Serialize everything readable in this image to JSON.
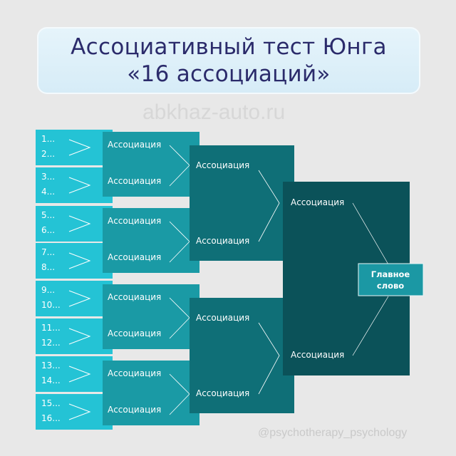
{
  "title": {
    "line1": "Ассоциативный тест Юнга",
    "line2": "«16 ассоциаций»"
  },
  "inputs": [
    [
      "1...",
      "2..."
    ],
    [
      "3...",
      "4..."
    ],
    [
      "5...",
      "6..."
    ],
    [
      "7...",
      "8..."
    ],
    [
      "9...",
      "10..."
    ],
    [
      "11...",
      "12..."
    ],
    [
      "13...",
      "14..."
    ],
    [
      "15...",
      "16..."
    ]
  ],
  "association_label": "Ассоциация",
  "main_word": {
    "line1": "Главное",
    "line2": "слово"
  },
  "watermark": "abkhaz-auto.ru",
  "credit": "@psychotherapy_psychology",
  "colors": {
    "level1": "#24c3d5",
    "level2": "#1a9aa5",
    "level3": "#0f6f77",
    "level4": "#0b5259",
    "main": "#1b98a4",
    "title_text": "#2b2b6b"
  }
}
